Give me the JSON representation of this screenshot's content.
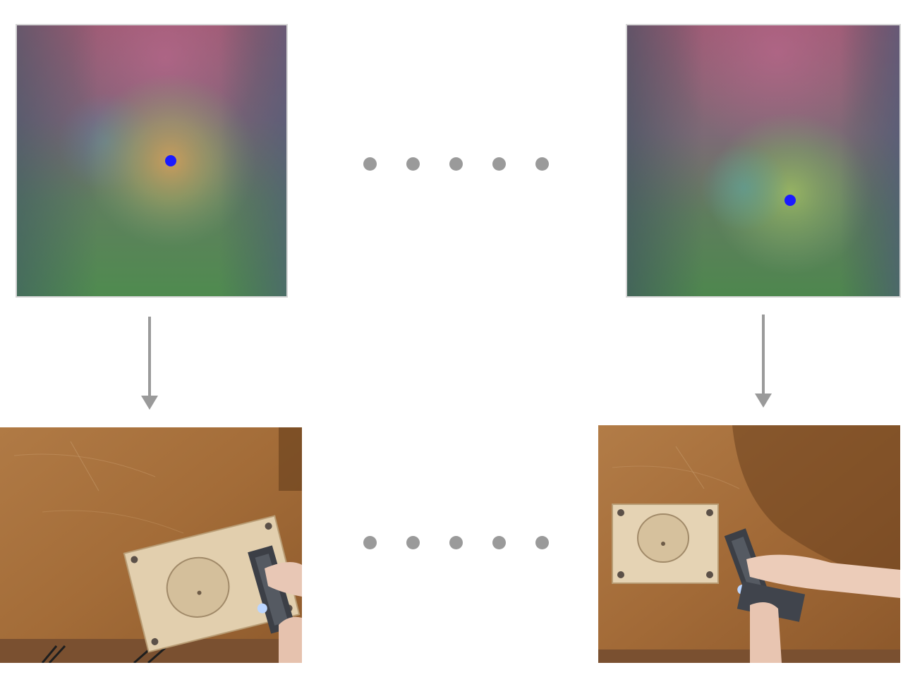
{
  "figure": {
    "top_row": {
      "left_panel": {
        "icon": "feature-map",
        "keypoint_color": "#1a1aff"
      },
      "right_panel": {
        "icon": "feature-map",
        "keypoint_color": "#1a1aff"
      }
    },
    "bottom_row": {
      "left_panel": {
        "icon": "camera-frame"
      },
      "right_panel": {
        "icon": "camera-frame"
      }
    },
    "connector": {
      "icon": "down-arrow-icon",
      "color": "#9a9a9a"
    },
    "ellipsis": {
      "icon": "ellipsis-dots",
      "count": 5,
      "color": "#9a9a9a"
    }
  }
}
